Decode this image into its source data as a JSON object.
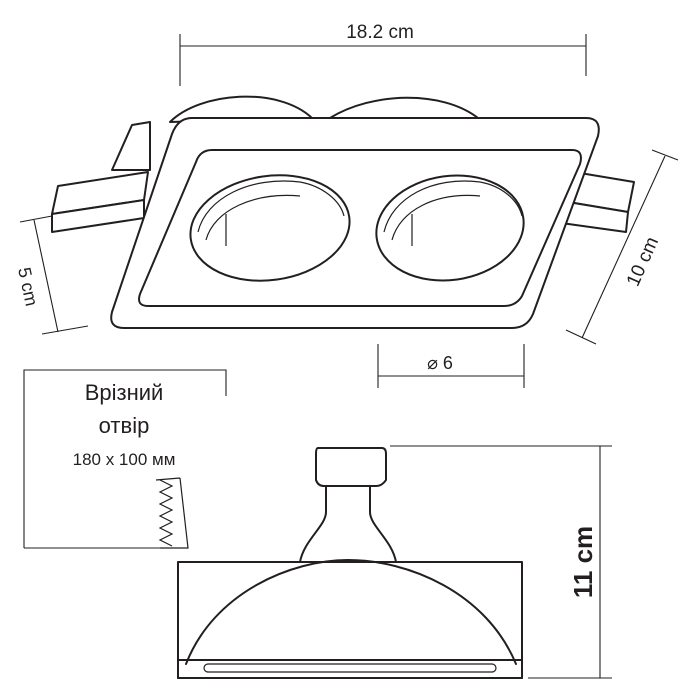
{
  "dimensions": {
    "width_label": "18.2 cm",
    "depth_label": "10 cm",
    "side_label": "5 cm",
    "hole_label": "⌀ 6",
    "height_label": "11 cm"
  },
  "cutout": {
    "title_line1": "Врізний",
    "title_line2": "отвір",
    "size": "180 x 100 мм"
  },
  "colors": {
    "line": "#231f20",
    "background": "#ffffff"
  }
}
